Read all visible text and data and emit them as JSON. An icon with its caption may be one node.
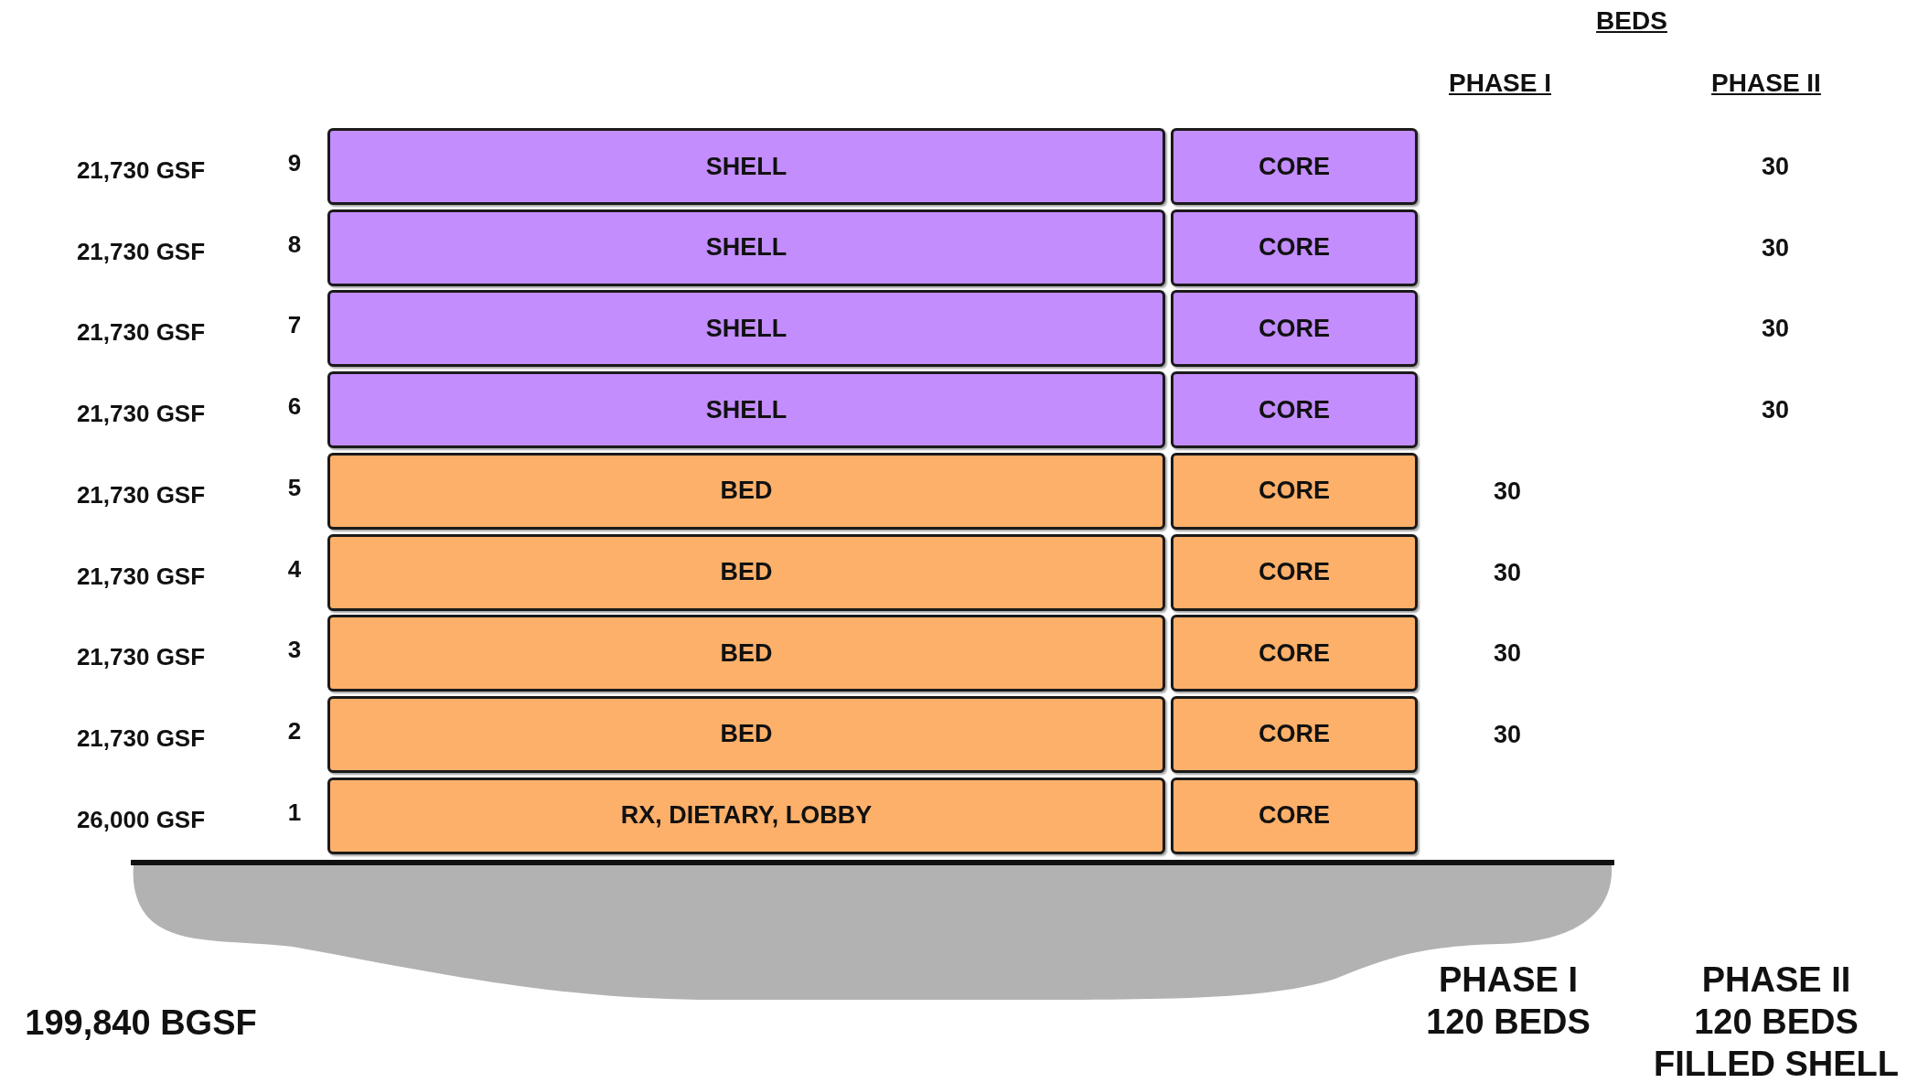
{
  "diagram": {
    "nodes": [
      {
        "text": [
          "SHELL"
        ],
        "beside": [
          "21,730 GSF",
          "9"
        ]
      },
      {
        "text": [
          "CORE"
        ]
      },
      {
        "text": [
          "SHELL"
        ],
        "beside": [
          "21,730 GSF",
          "8"
        ]
      },
      {
        "text": [
          "CORE"
        ]
      },
      {
        "text": [
          "SHELL"
        ],
        "beside": [
          "21,730 GSF",
          "7"
        ]
      },
      {
        "text": [
          "CORE"
        ]
      },
      {
        "text": [
          "SHELL"
        ],
        "beside": [
          "21,730 GSF",
          "6"
        ]
      },
      {
        "text": [
          "CORE"
        ]
      },
      {
        "text": [
          "BED"
        ],
        "beside": [
          "21,730 GSF",
          "5"
        ]
      },
      {
        "text": [
          "CORE"
        ]
      },
      {
        "text": [
          "BED"
        ],
        "beside": [
          "21,730 GSF",
          "4"
        ]
      },
      {
        "text": [
          "CORE"
        ]
      },
      {
        "text": [
          "BED"
        ],
        "beside": [
          "21,730 GSF",
          "3"
        ]
      },
      {
        "text": [
          "CORE"
        ]
      },
      {
        "text": [
          "BED"
        ],
        "beside": [
          "21,730 GSF",
          "2"
        ]
      },
      {
        "text": [
          "CORE"
        ]
      },
      {
        "text": [
          "RX, DIETARY, LOBBY"
        ],
        "beside": [
          "26,000 GSF",
          "1"
        ]
      },
      {
        "text": [
          "CORE"
        ]
      }
    ],
    "edges": [],
    "labels": [
      "BEDS",
      "PHASE I",
      "PHASE II",
      "30",
      "30",
      "30",
      "30",
      "30",
      "30",
      "30",
      "30",
      "199,840 BGSF",
      "PHASE I",
      "120 BEDS",
      "PHASE II",
      "120 BEDS",
      "FILLED SHELL"
    ]
  }
}
